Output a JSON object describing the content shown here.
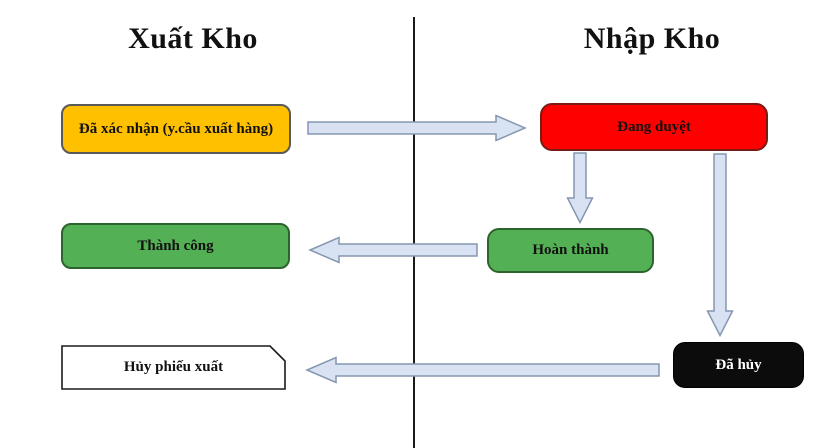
{
  "diagram": {
    "left_column_title": "Xuất Kho",
    "right_column_title": "Nhập Kho",
    "nodes": {
      "confirmed": {
        "label": "Đã xác nhận (y.cầu xuất hàng)"
      },
      "approving": {
        "label": "Đang duyệt"
      },
      "success": {
        "label": "Thành công"
      },
      "completed": {
        "label": "Hoàn thành"
      },
      "cancel_slip": {
        "label": "Hủy phiếu xuất"
      },
      "cancelled": {
        "label": "Đã hủy"
      }
    },
    "colors": {
      "confirmed_fill": "#FFC000",
      "confirmed_border": "#595959",
      "approving_fill": "#FF0000",
      "approving_border": "#7B1A12",
      "green_fill": "#54B054",
      "green_border": "#2D642D",
      "cancel_slip_fill": "#FFFFFF",
      "cancel_slip_border": "#1A1A1A",
      "cancelled_fill": "#0C0C0C",
      "cancelled_text": "#FFFFFF",
      "arrow_fill": "#D9E2F3",
      "arrow_border": "#8497B0",
      "divider": "#1A1A1A"
    }
  }
}
